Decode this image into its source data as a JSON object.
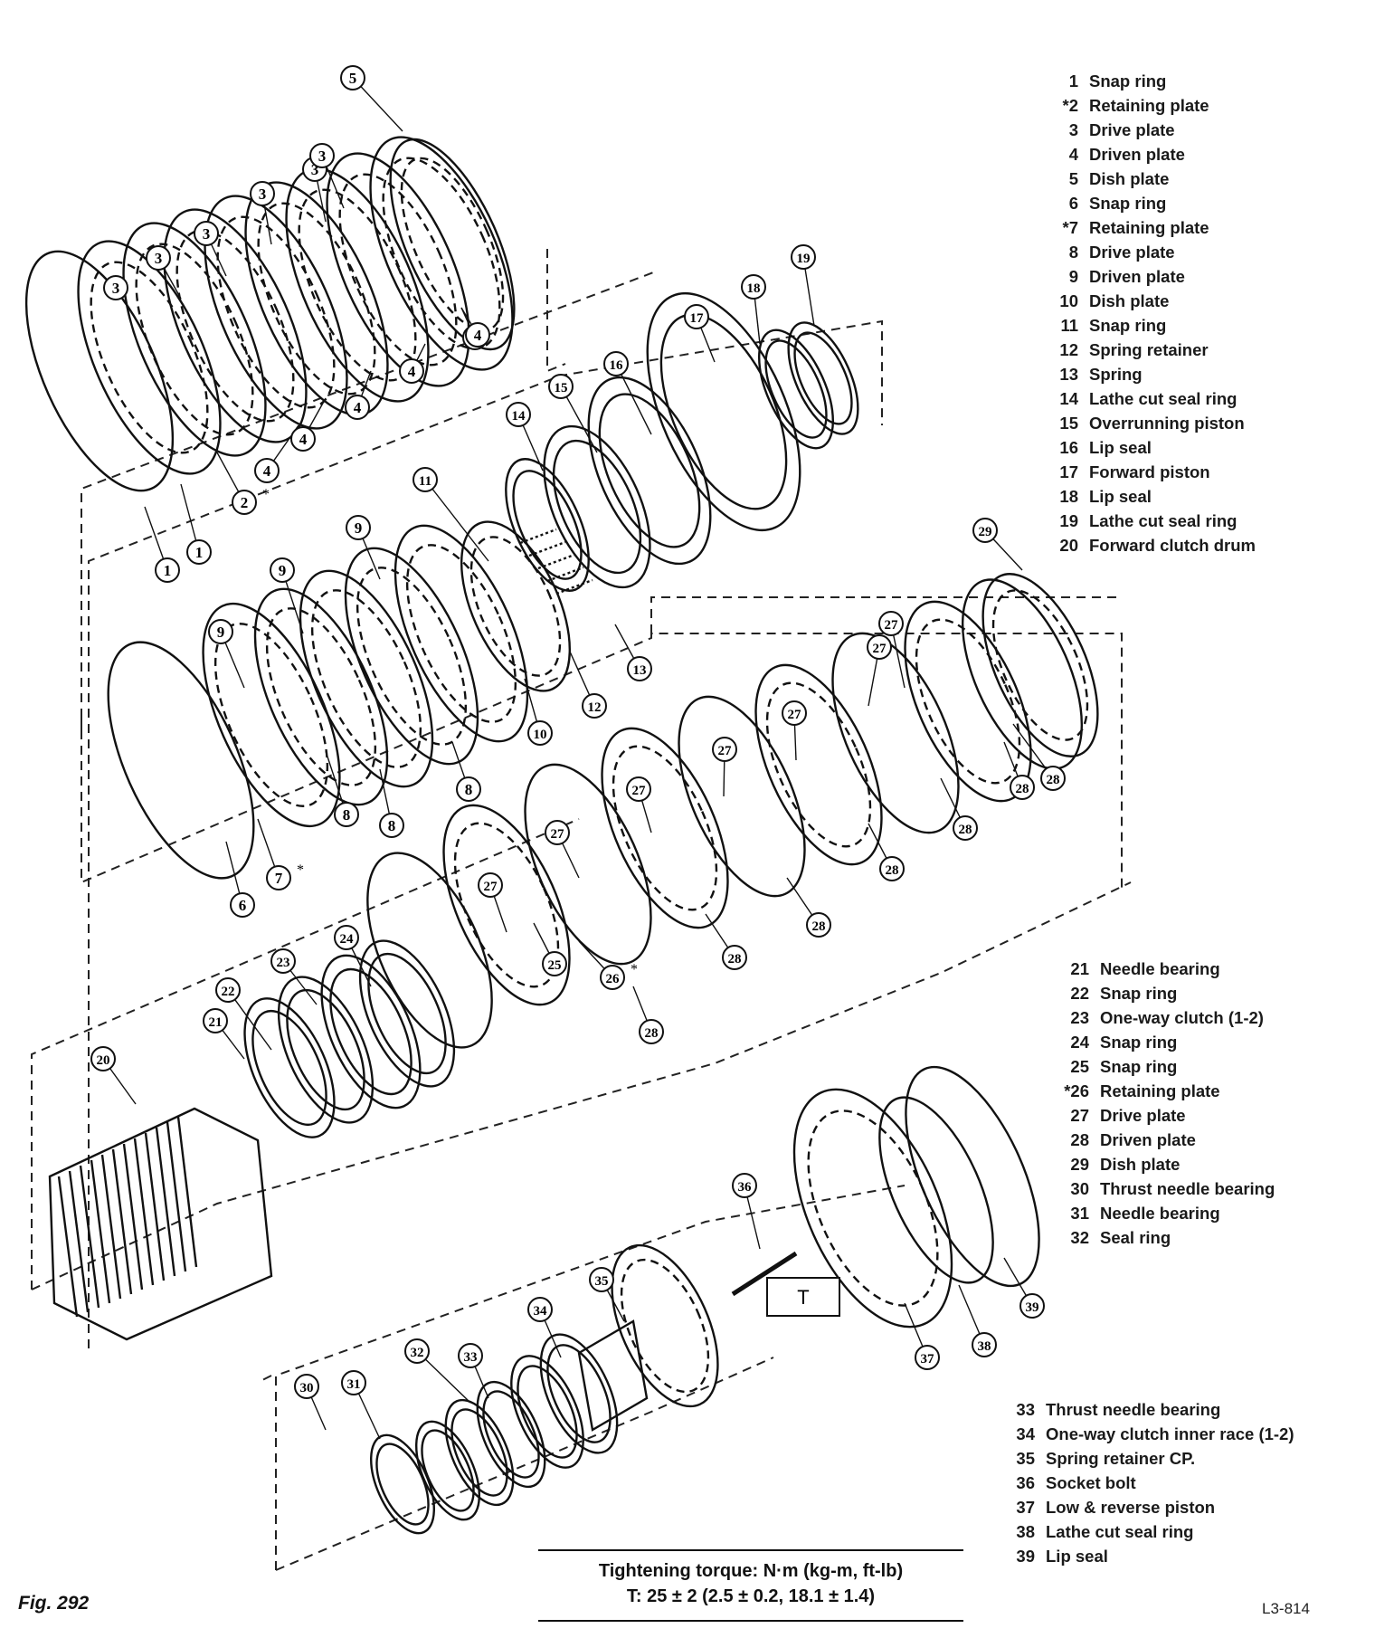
{
  "title": "",
  "figure_label": "Fig. 292",
  "drawing_code": "L3-814",
  "torque_symbol": "T",
  "torque": {
    "heading": "Tightening torque: N·m (kg-m, ft-lb)",
    "spec": "T:   25 ± 2 (2.5 ± 0.2, 18.1 ± 1.4)"
  },
  "legend_groups": [
    {
      "items": [
        {
          "num": "1",
          "name": "Snap ring"
        },
        {
          "num": "*2",
          "name": "Retaining plate"
        },
        {
          "num": "3",
          "name": "Drive plate"
        },
        {
          "num": "4",
          "name": "Driven plate"
        },
        {
          "num": "5",
          "name": "Dish plate"
        },
        {
          "num": "6",
          "name": "Snap ring"
        },
        {
          "num": "*7",
          "name": "Retaining plate"
        },
        {
          "num": "8",
          "name": "Drive plate"
        },
        {
          "num": "9",
          "name": "Driven plate"
        },
        {
          "num": "10",
          "name": "Dish plate"
        },
        {
          "num": "11",
          "name": "Snap ring"
        },
        {
          "num": "12",
          "name": "Spring retainer"
        },
        {
          "num": "13",
          "name": "Spring"
        },
        {
          "num": "14",
          "name": "Lathe cut seal ring"
        },
        {
          "num": "15",
          "name": "Overrunning piston"
        },
        {
          "num": "16",
          "name": "Lip seal"
        },
        {
          "num": "17",
          "name": "Forward piston"
        },
        {
          "num": "18",
          "name": "Lip seal"
        },
        {
          "num": "19",
          "name": "Lathe cut seal ring"
        },
        {
          "num": "20",
          "name": "Forward clutch drum"
        }
      ]
    },
    {
      "items": [
        {
          "num": "21",
          "name": "Needle bearing"
        },
        {
          "num": "22",
          "name": "Snap ring"
        },
        {
          "num": "23",
          "name": "One-way clutch (1-2)"
        },
        {
          "num": "24",
          "name": "Snap ring"
        },
        {
          "num": "25",
          "name": "Snap ring"
        },
        {
          "num": "*26",
          "name": "Retaining plate"
        },
        {
          "num": "27",
          "name": "Drive plate"
        },
        {
          "num": "28",
          "name": "Driven plate"
        },
        {
          "num": "29",
          "name": "Dish plate"
        },
        {
          "num": "30",
          "name": "Thrust needle bearing"
        },
        {
          "num": "31",
          "name": "Needle bearing"
        },
        {
          "num": "32",
          "name": "Seal ring"
        }
      ]
    },
    {
      "items": [
        {
          "num": "33",
          "name": "Thrust needle bearing"
        },
        {
          "num": "34",
          "name": "One-way clutch inner race (1-2)"
        },
        {
          "num": "35",
          "name": "Spring retainer CP."
        },
        {
          "num": "36",
          "name": "Socket bolt"
        },
        {
          "num": "37",
          "name": "Low & reverse piston"
        },
        {
          "num": "38",
          "name": "Lathe cut seal ring"
        },
        {
          "num": "39",
          "name": "Lip seal"
        }
      ]
    }
  ],
  "callouts": [
    {
      "label": "1"
    },
    {
      "label": "1"
    },
    {
      "label": "2",
      "asterisk": true
    },
    {
      "label": "3"
    },
    {
      "label": "3"
    },
    {
      "label": "3"
    },
    {
      "label": "3"
    },
    {
      "label": "3"
    },
    {
      "label": "3"
    },
    {
      "label": "4"
    },
    {
      "label": "4"
    },
    {
      "label": "4"
    },
    {
      "label": "4"
    },
    {
      "label": "4"
    },
    {
      "label": "4"
    },
    {
      "label": "5"
    },
    {
      "label": "6"
    },
    {
      "label": "7",
      "asterisk": true
    },
    {
      "label": "8"
    },
    {
      "label": "8"
    },
    {
      "label": "8"
    },
    {
      "label": "9"
    },
    {
      "label": "9"
    },
    {
      "label": "9"
    },
    {
      "label": "10"
    },
    {
      "label": "11"
    },
    {
      "label": "12"
    },
    {
      "label": "13"
    },
    {
      "label": "14"
    },
    {
      "label": "15"
    },
    {
      "label": "16"
    },
    {
      "label": "17"
    },
    {
      "label": "18"
    },
    {
      "label": "19"
    },
    {
      "label": "20"
    },
    {
      "label": "21"
    },
    {
      "label": "22"
    },
    {
      "label": "23"
    },
    {
      "label": "24"
    },
    {
      "label": "25"
    },
    {
      "label": "26",
      "asterisk": true
    },
    {
      "label": "27"
    },
    {
      "label": "27"
    },
    {
      "label": "27"
    },
    {
      "label": "27"
    },
    {
      "label": "27"
    },
    {
      "label": "27"
    },
    {
      "label": "27"
    },
    {
      "label": "28"
    },
    {
      "label": "28"
    },
    {
      "label": "28"
    },
    {
      "label": "28"
    },
    {
      "label": "28"
    },
    {
      "label": "28"
    },
    {
      "label": "28"
    },
    {
      "label": "29"
    },
    {
      "label": "30"
    },
    {
      "label": "31"
    },
    {
      "label": "32"
    },
    {
      "label": "33"
    },
    {
      "label": "34"
    },
    {
      "label": "35"
    },
    {
      "label": "36"
    },
    {
      "label": "37"
    },
    {
      "label": "38"
    },
    {
      "label": "39"
    }
  ]
}
